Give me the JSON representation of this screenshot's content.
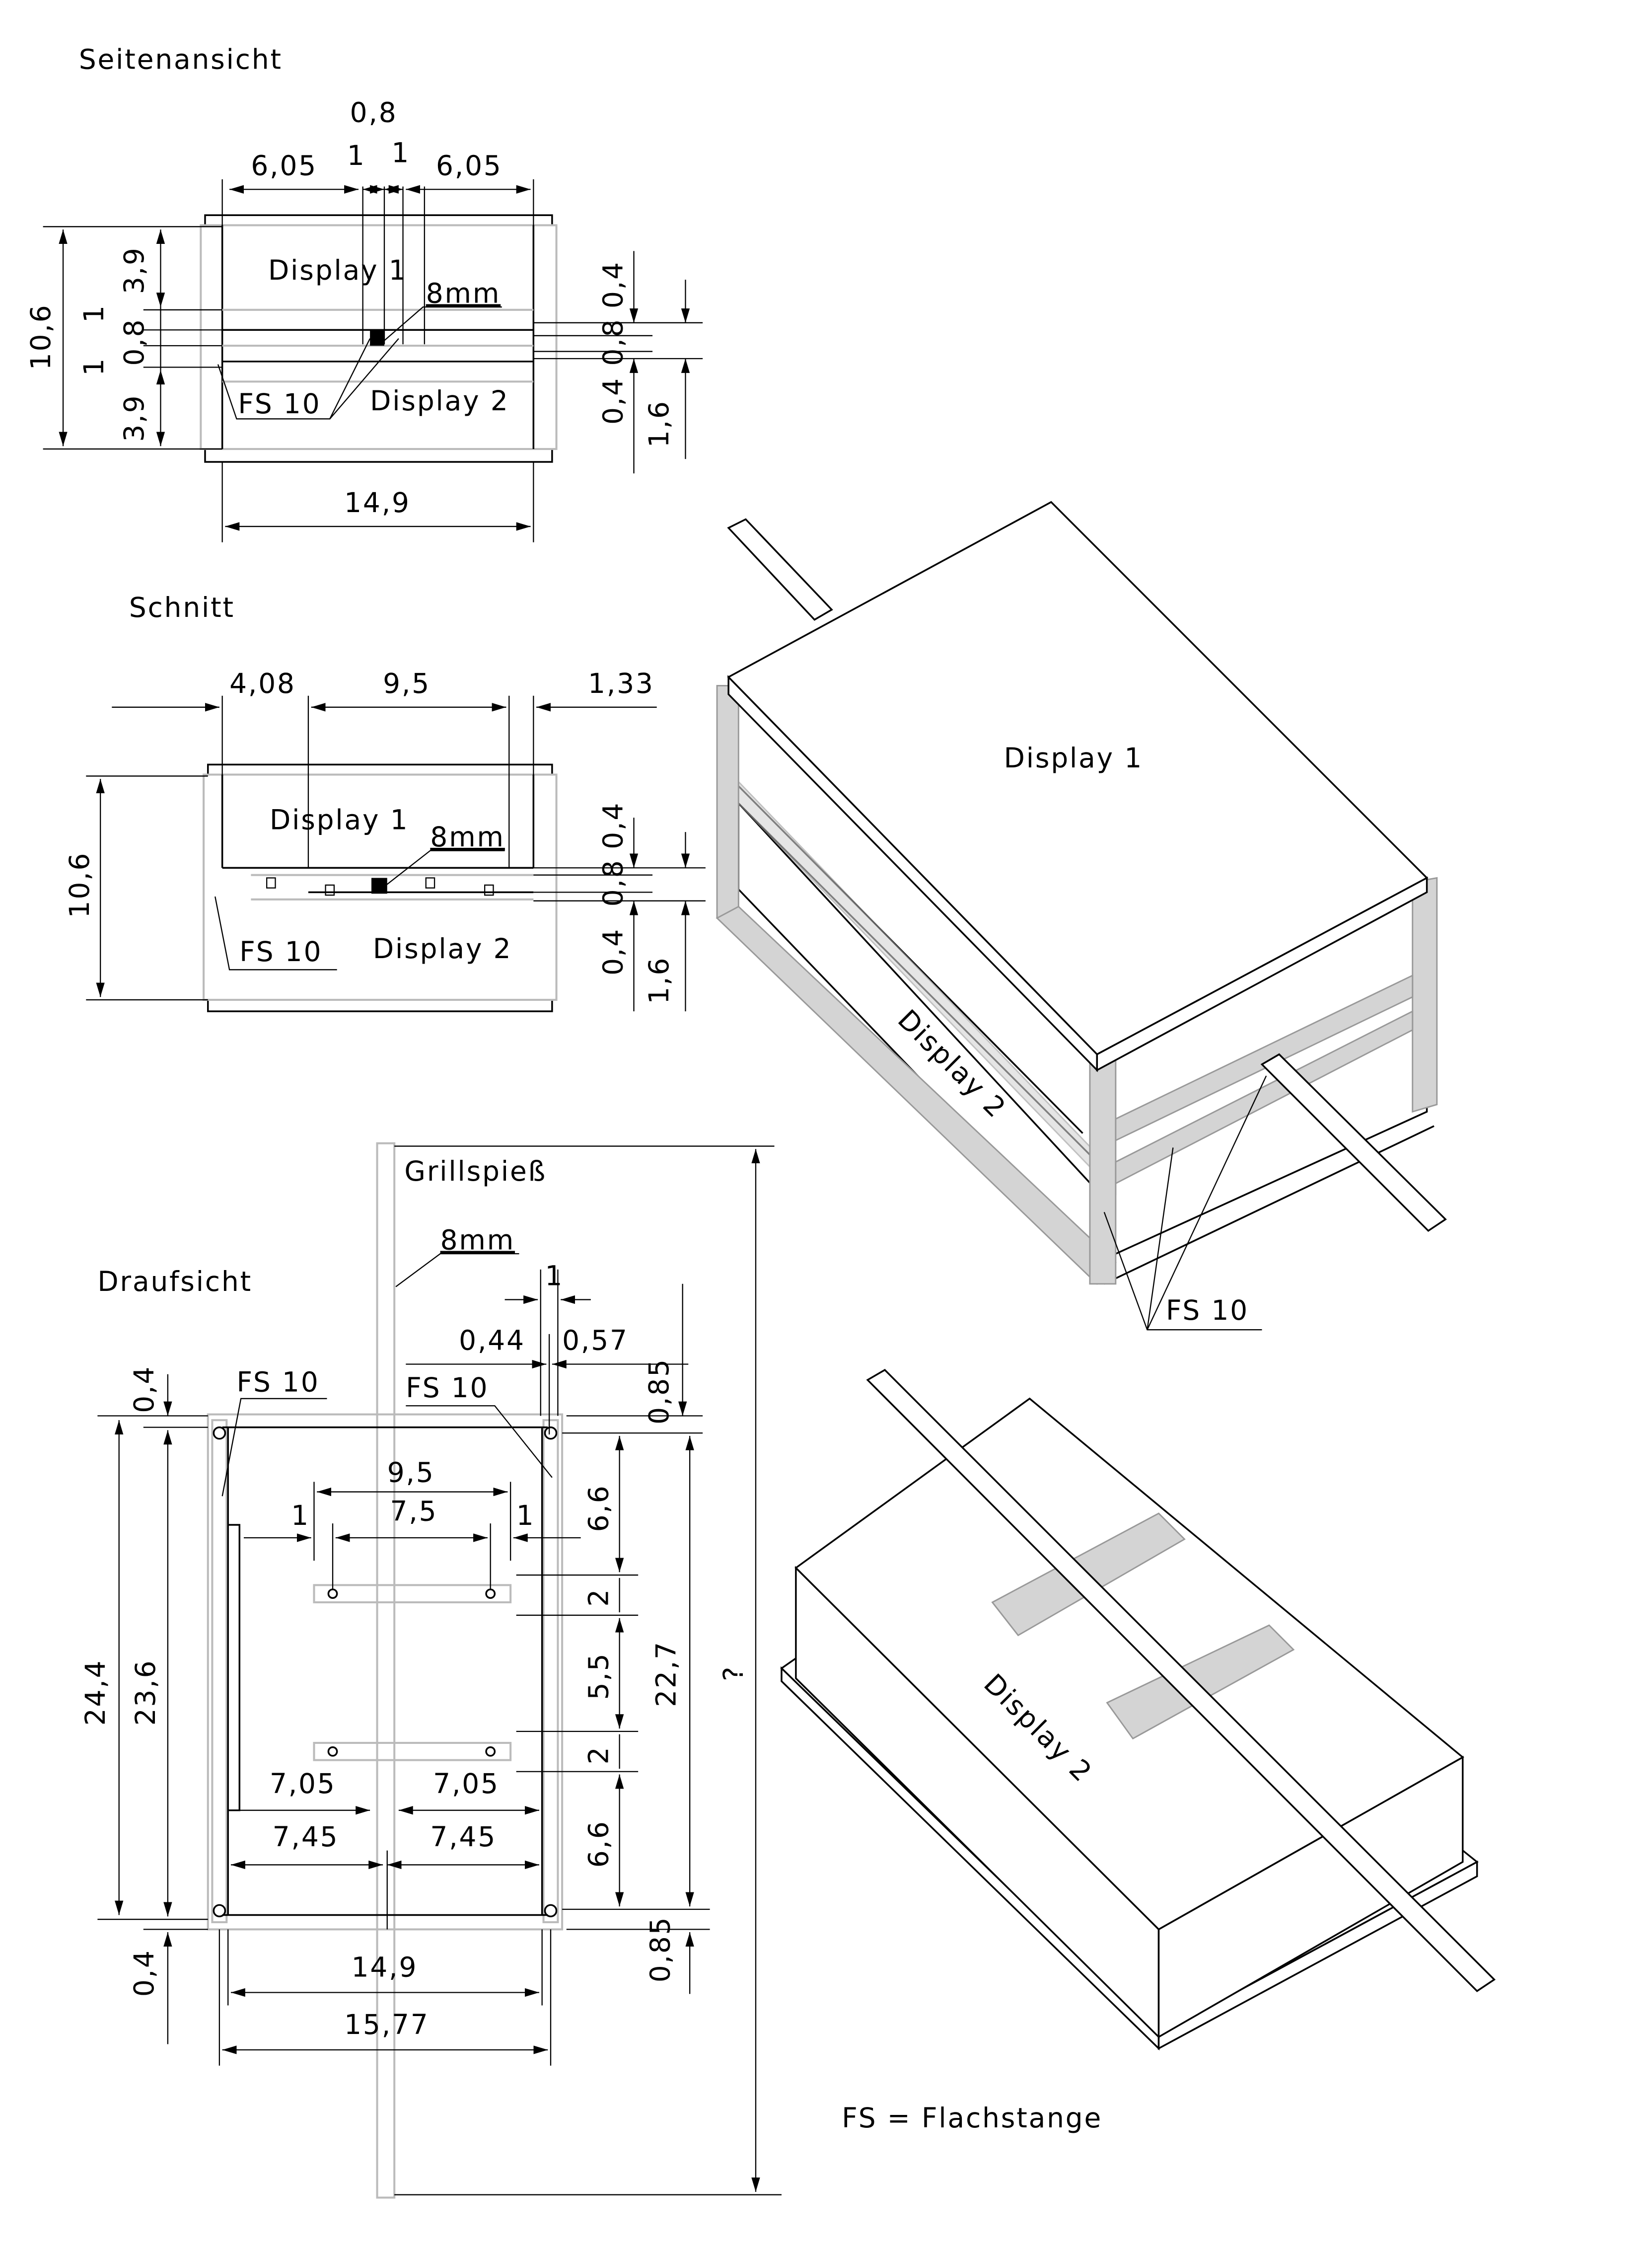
{
  "side_view": {
    "title": "Seitenansicht",
    "display1": "Display 1",
    "display2": "Display 2",
    "spit_label": "8mm",
    "fs_label": "FS 10",
    "dims": {
      "gap_total": "0,8",
      "left_width": "6,05",
      "gap_left": "1",
      "gap_right": "1",
      "right_width": "6,05",
      "height_total": "10,6",
      "top_display": "3,9",
      "fs_top": "1",
      "spit": "0,8",
      "fs_bottom": "1",
      "bottom_display": "3,9",
      "right_top": "0,4",
      "right_spit": "0,8",
      "right_bottom": "0,4",
      "right_total": "1,6",
      "width_total": "14,9"
    }
  },
  "section": {
    "title": "Schnitt",
    "display1": "Display 1",
    "display2": "Display 2",
    "spit_label": "8mm",
    "fs_label": "FS 10",
    "dims": {
      "left": "4,08",
      "middle": "9,5",
      "right": "1,33",
      "height_total": "10,6",
      "right_top": "0,4",
      "right_spit": "0,8",
      "right_bottom": "0,4",
      "right_total": "1,6"
    }
  },
  "top_view": {
    "title": "Draufsicht",
    "spit_name": "Grillspieß",
    "spit_label": "8mm",
    "fs_left": "FS 10",
    "fs_right": "FS 10",
    "dims": {
      "spit_width": "1",
      "spit_left": "0,44",
      "spit_right": "0,57",
      "top_right_margin": "0,85",
      "top_left_margin": "0,4",
      "outer_height": "24,4",
      "inner_height": "23,6",
      "holes_outer": "9,5",
      "hole_offset_left": "1",
      "holes_inner": "7,5",
      "hole_offset_right": "1",
      "top_gap": "6,6",
      "strip1": "2",
      "middle_gap": "5,5",
      "strip2": "2",
      "right_height": "22,7",
      "bottom_gap": "6,6",
      "half_left_inner": "7,05",
      "half_right_inner": "7,05",
      "half_left": "7,45",
      "half_right": "7,45",
      "bottom_left_margin": "0,4",
      "bottom_right_margin": "0,85",
      "inner_width": "14,9",
      "outer_width": "15,77",
      "spit_length": "?"
    }
  },
  "iso_frame": {
    "display1": "Display 1",
    "display2": "Display 2",
    "fs_label": "FS 10"
  },
  "iso_box": {
    "display2": "Display 2"
  },
  "legend": "FS = Flachstange"
}
